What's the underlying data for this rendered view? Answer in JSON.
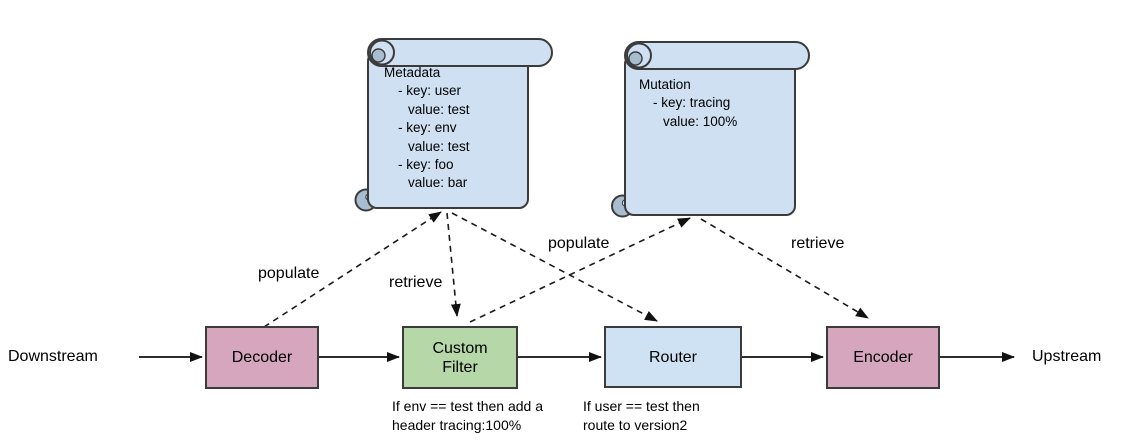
{
  "colors": {
    "node_pink": "#d5a6bd",
    "node_green": "#b6d7a8",
    "node_blue": "#cfe2f3",
    "scroll_fill": "#cfe0f2",
    "scroll_roll": "#a9bdd1",
    "outline": "#3b3b3b",
    "line": "#1a1a1a"
  },
  "flow": {
    "downstream_label": "Downstream",
    "upstream_label": "Upstream"
  },
  "nodes": {
    "decoder": {
      "label": "Decoder"
    },
    "custom_filter": {
      "label": "Custom Filter",
      "note": {
        "line1": "If env == test then add a",
        "line2": "header tracing:100%"
      }
    },
    "router": {
      "label": "Router",
      "note": {
        "line1": "If user == test then",
        "line2": "route to version2"
      }
    },
    "encoder": {
      "label": "Encoder"
    }
  },
  "scrolls": {
    "metadata": {
      "title": "Metadata",
      "lines": [
        "- key: user",
        "value: test",
        "- key: env",
        "value: test",
        "- key: foo",
        "value: bar"
      ]
    },
    "mutation": {
      "title": "Mutation",
      "lines": [
        "- key: tracing",
        "value: 100%"
      ]
    }
  },
  "edges": {
    "decoder_to_metadata": "populate",
    "metadata_to_custom_filter": "retrieve",
    "custom_filter_to_mutation": "populate",
    "mutation_to_encoder": "retrieve"
  }
}
